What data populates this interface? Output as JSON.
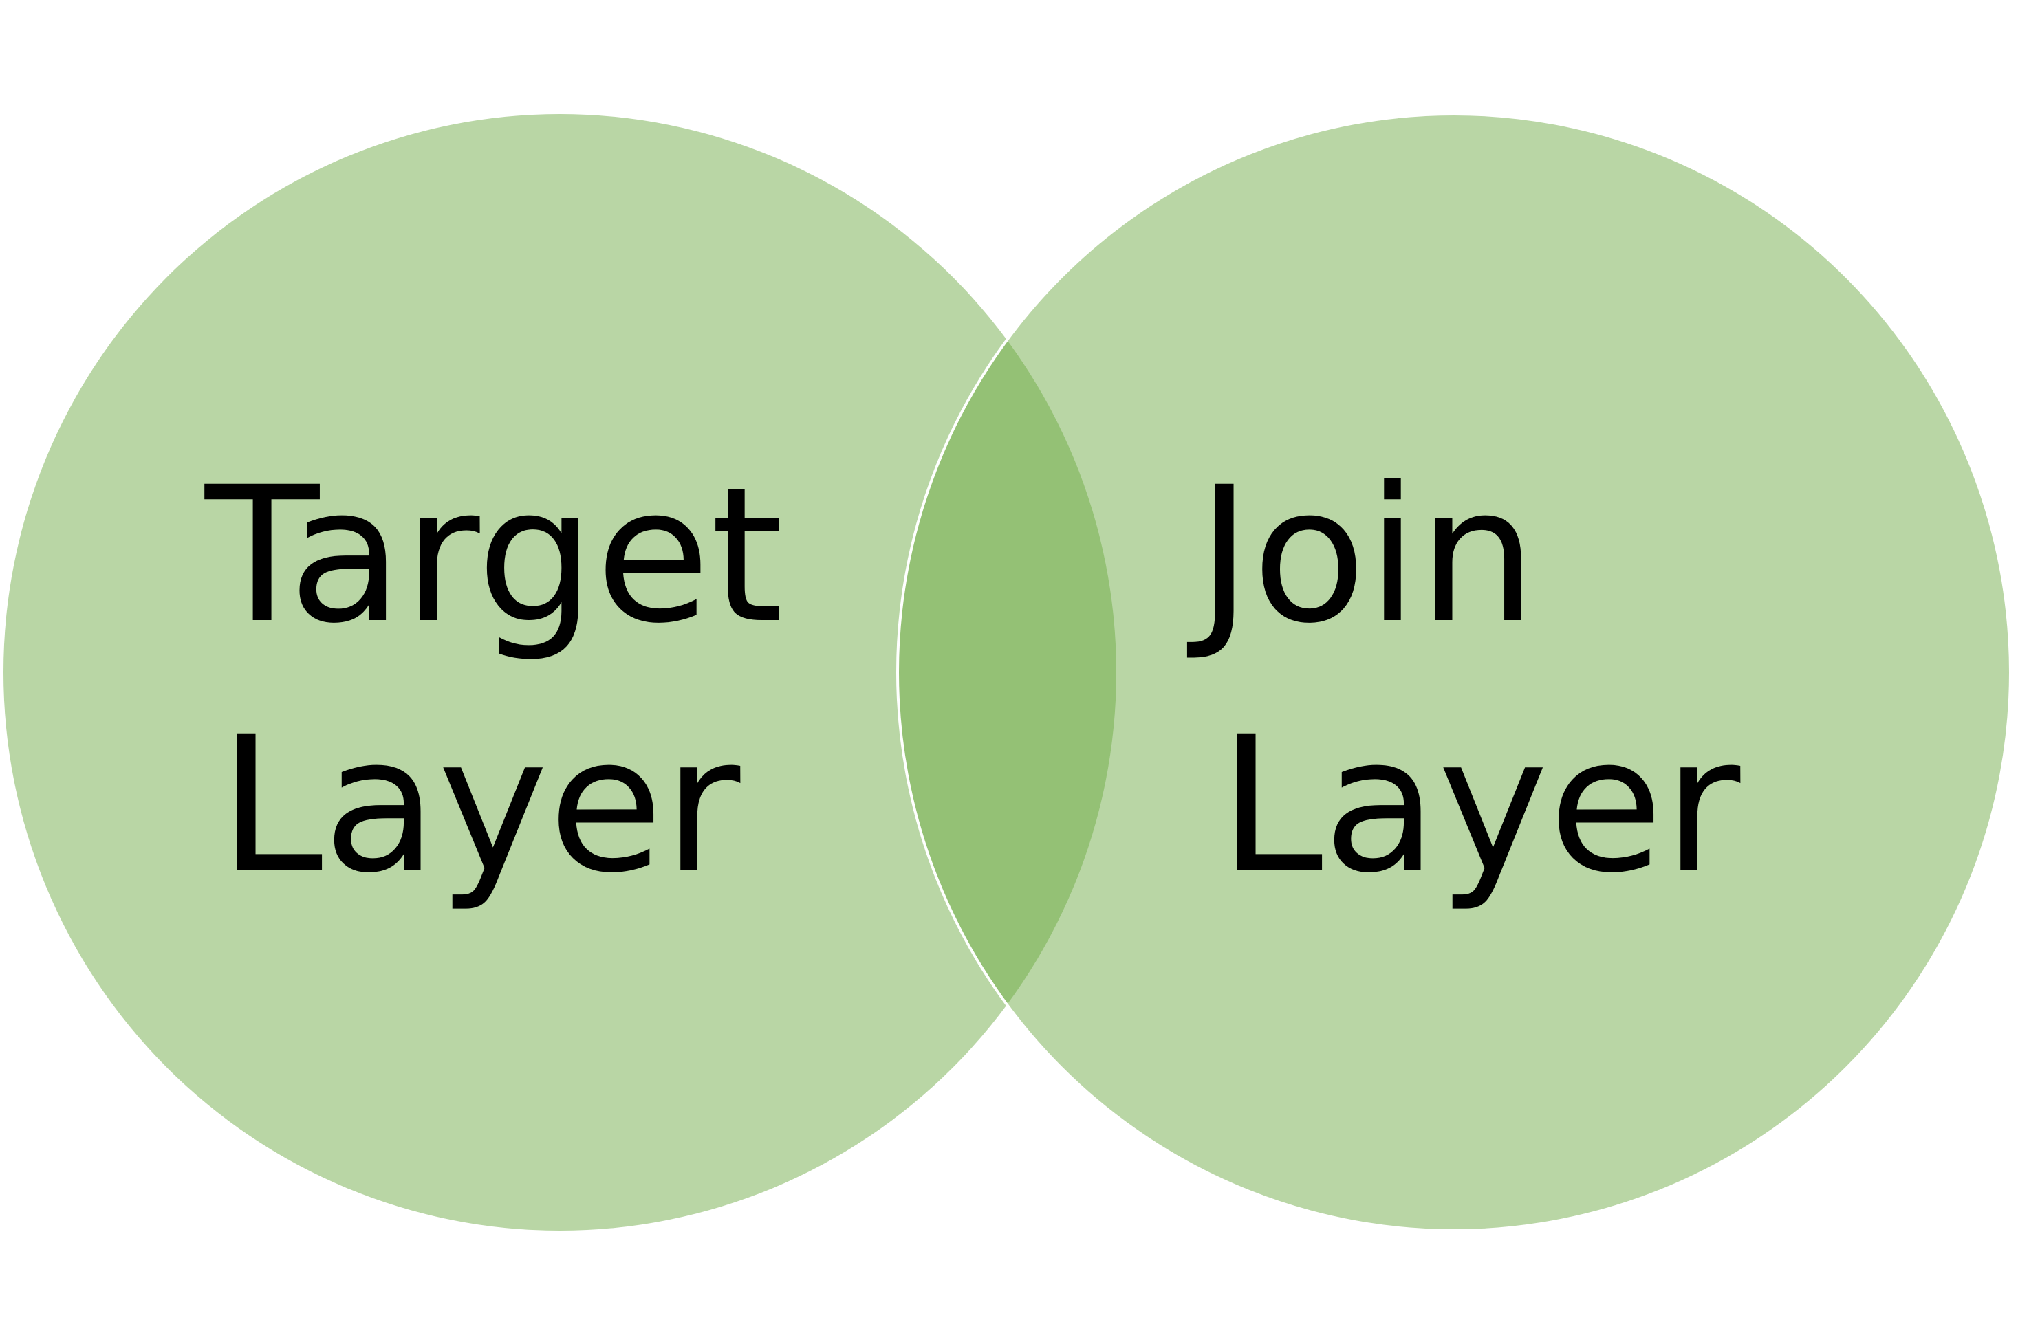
{
  "diagram": {
    "type": "venn",
    "colors": {
      "circle_fill": "#b9d6a5",
      "intersection_fill": "#94c175",
      "outline": "#ffffff",
      "text": "#000000",
      "background": "#ffffff"
    },
    "sets": [
      {
        "line1": "Target",
        "line2": "Layer"
      },
      {
        "line1": "Join",
        "line2": "Layer"
      }
    ]
  }
}
